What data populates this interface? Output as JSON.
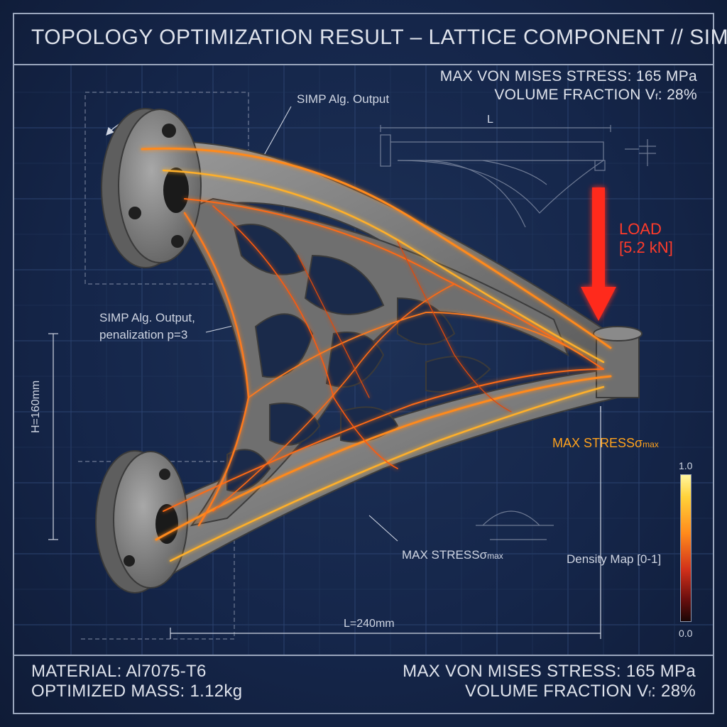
{
  "title": "TOPOLOGY OPTIMIZATION RESULT – LATTICE COMPONENT // SIMP METHOD",
  "top_stats": {
    "stress": "MAX VON MISES STRESS: 165 MPa",
    "volume_prefix": "VOLUME FRACTION V",
    "volume_sub": "f",
    "volume_suffix": ": 28%"
  },
  "annotations": {
    "simp_output": "SIMP Alg. Output",
    "simp_output_pen_1": "SIMP Alg. Output,",
    "simp_output_pen_2": "penalization p=3",
    "load_1": "LOAD",
    "load_2": "[5.2 kN]",
    "max_stress_prefix": "MAX STRESS",
    "max_stress_symbol": "σ",
    "max_stress_sub": "max",
    "density_map": "Density Map [0-1]",
    "dim_l_top": "L",
    "dim_h": "H=160mm",
    "dim_l": "L=240mm"
  },
  "colorbar": {
    "max_label": "1.0",
    "min_label": "0.0"
  },
  "footer": {
    "material": "MATERIAL: Al7075-T6",
    "mass": "OPTIMIZED MASS: 1.12kg",
    "stress": "MAX VON MISES STRESS: 165 MPa",
    "volume_prefix": "VOLUME FRACTION V",
    "volume_sub": "f",
    "volume_suffix": ": 28%"
  },
  "colors": {
    "background": "#15264a",
    "grid": "#2c4370",
    "stress_glow": "#ff7a1a",
    "load_arrow": "#ff2a1a",
    "max_stress_label": "#ffa21c"
  }
}
